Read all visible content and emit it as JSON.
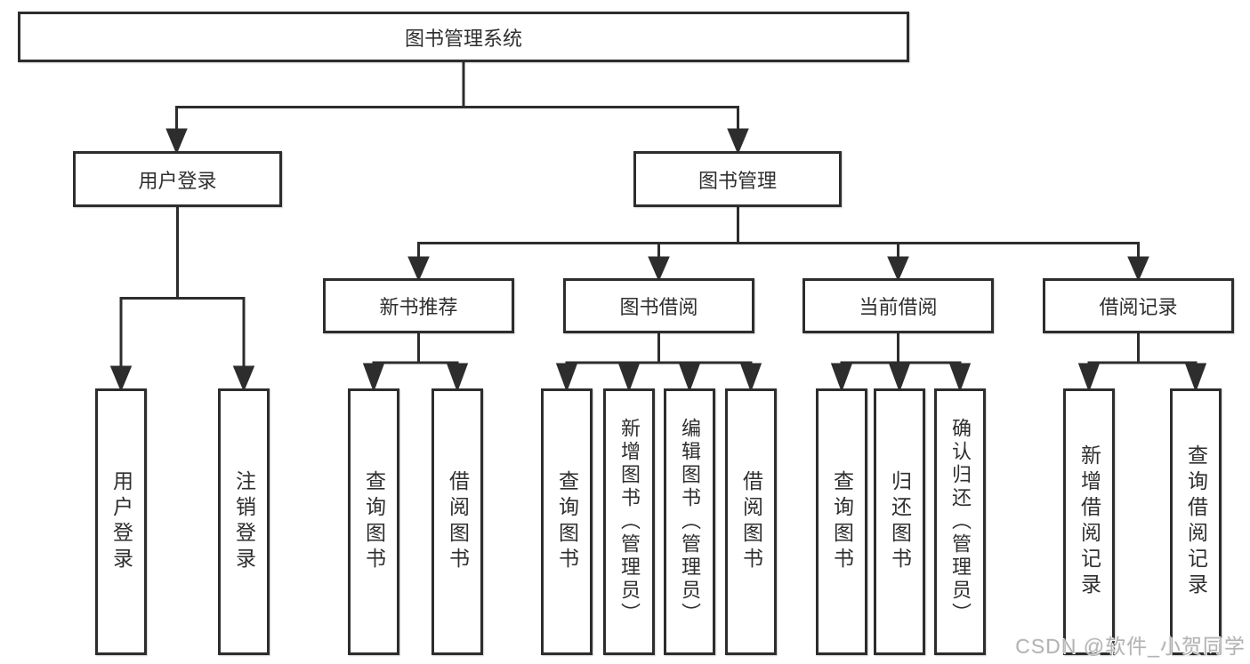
{
  "diagram": {
    "title": "图书管理系统",
    "tree": {
      "root": {
        "label": "图书管理系统",
        "children": [
          {
            "label": "用户登录",
            "children": [
              {
                "label": "用户登录"
              },
              {
                "label": "注销登录"
              }
            ]
          },
          {
            "label": "图书管理",
            "children": [
              {
                "label": "新书推荐",
                "children": [
                  {
                    "label": "查询图书"
                  },
                  {
                    "label": "借阅图书"
                  }
                ]
              },
              {
                "label": "图书借阅",
                "children": [
                  {
                    "label": "查询图书"
                  },
                  {
                    "label": "新增图书（管理员）"
                  },
                  {
                    "label": "编辑图书（管理员）"
                  },
                  {
                    "label": "借阅图书"
                  }
                ]
              },
              {
                "label": "当前借阅",
                "children": [
                  {
                    "label": "查询图书"
                  },
                  {
                    "label": "归还图书"
                  },
                  {
                    "label": "确认归还（管理员）"
                  }
                ]
              },
              {
                "label": "借阅记录",
                "children": [
                  {
                    "label": "新增借阅记录"
                  },
                  {
                    "label": "查询借阅记录"
                  }
                ]
              }
            ]
          }
        ]
      }
    },
    "colors": {
      "line": "#2d2d2d",
      "text": "#2f2f2f",
      "background": "#ffffff",
      "watermark": "#b3b3b3"
    },
    "watermark": {
      "text": "CSDN @软件_小贺同学"
    }
  }
}
